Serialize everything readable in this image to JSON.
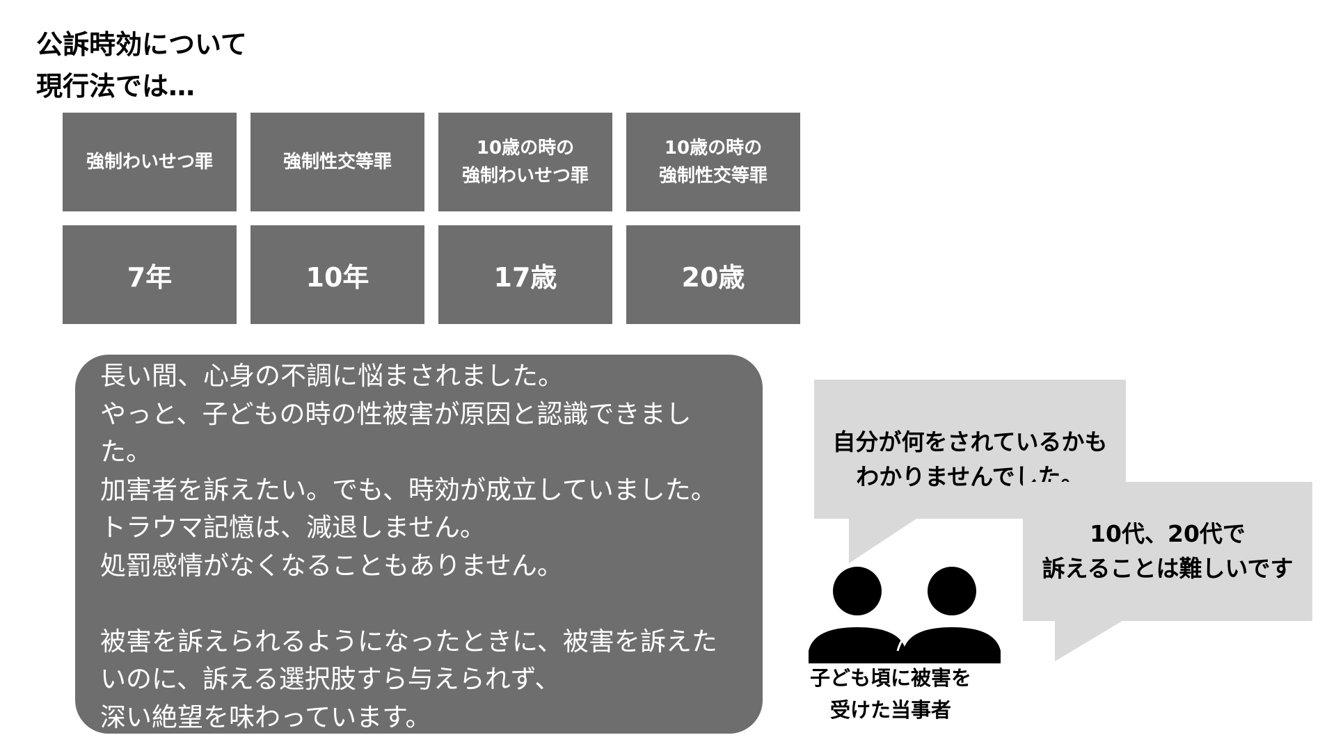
{
  "title": {
    "line1": "公訴時効について",
    "line2": "現行法では…"
  },
  "table": {
    "headers": [
      [
        "強制わいせつ罪"
      ],
      [
        "強制性交等罪"
      ],
      [
        "10歳の時の",
        "強制わいせつ罪"
      ],
      [
        "10歳の時の",
        "強制性交等罪"
      ]
    ],
    "values": [
      "7年",
      "10年",
      "17歳",
      "20歳"
    ]
  },
  "testimony": {
    "lines": [
      "長い間、心身の不調に悩まされました。",
      "やっと、子どもの時の性被害が原因と認識できまし",
      "た。",
      "加害者を訴えたい。でも、時効が成立していました。",
      "トラウマ記憶は、減退しません。",
      "処罰感情がなくなることもありません。",
      "",
      "被害を訴えられるようになったときに、被害を訴えた",
      "いのに、訴える選択肢すら与えられず、",
      "深い絶望を味わっています。"
    ]
  },
  "bubbles": {
    "bubble1": [
      "自分が何をされているかも",
      "わかりませんでした。"
    ],
    "bubble2": [
      "10代、20代で",
      "訴えることは難しいです"
    ]
  },
  "figure": {
    "icon": "two-people-icon",
    "caption": [
      "子ども頃に被害を",
      "受けた当事者"
    ]
  },
  "colors": {
    "dark_box": "#6e6e6e",
    "bubble": "#d9d9d9",
    "figure": "#000000",
    "text_light": "#ffffff"
  }
}
